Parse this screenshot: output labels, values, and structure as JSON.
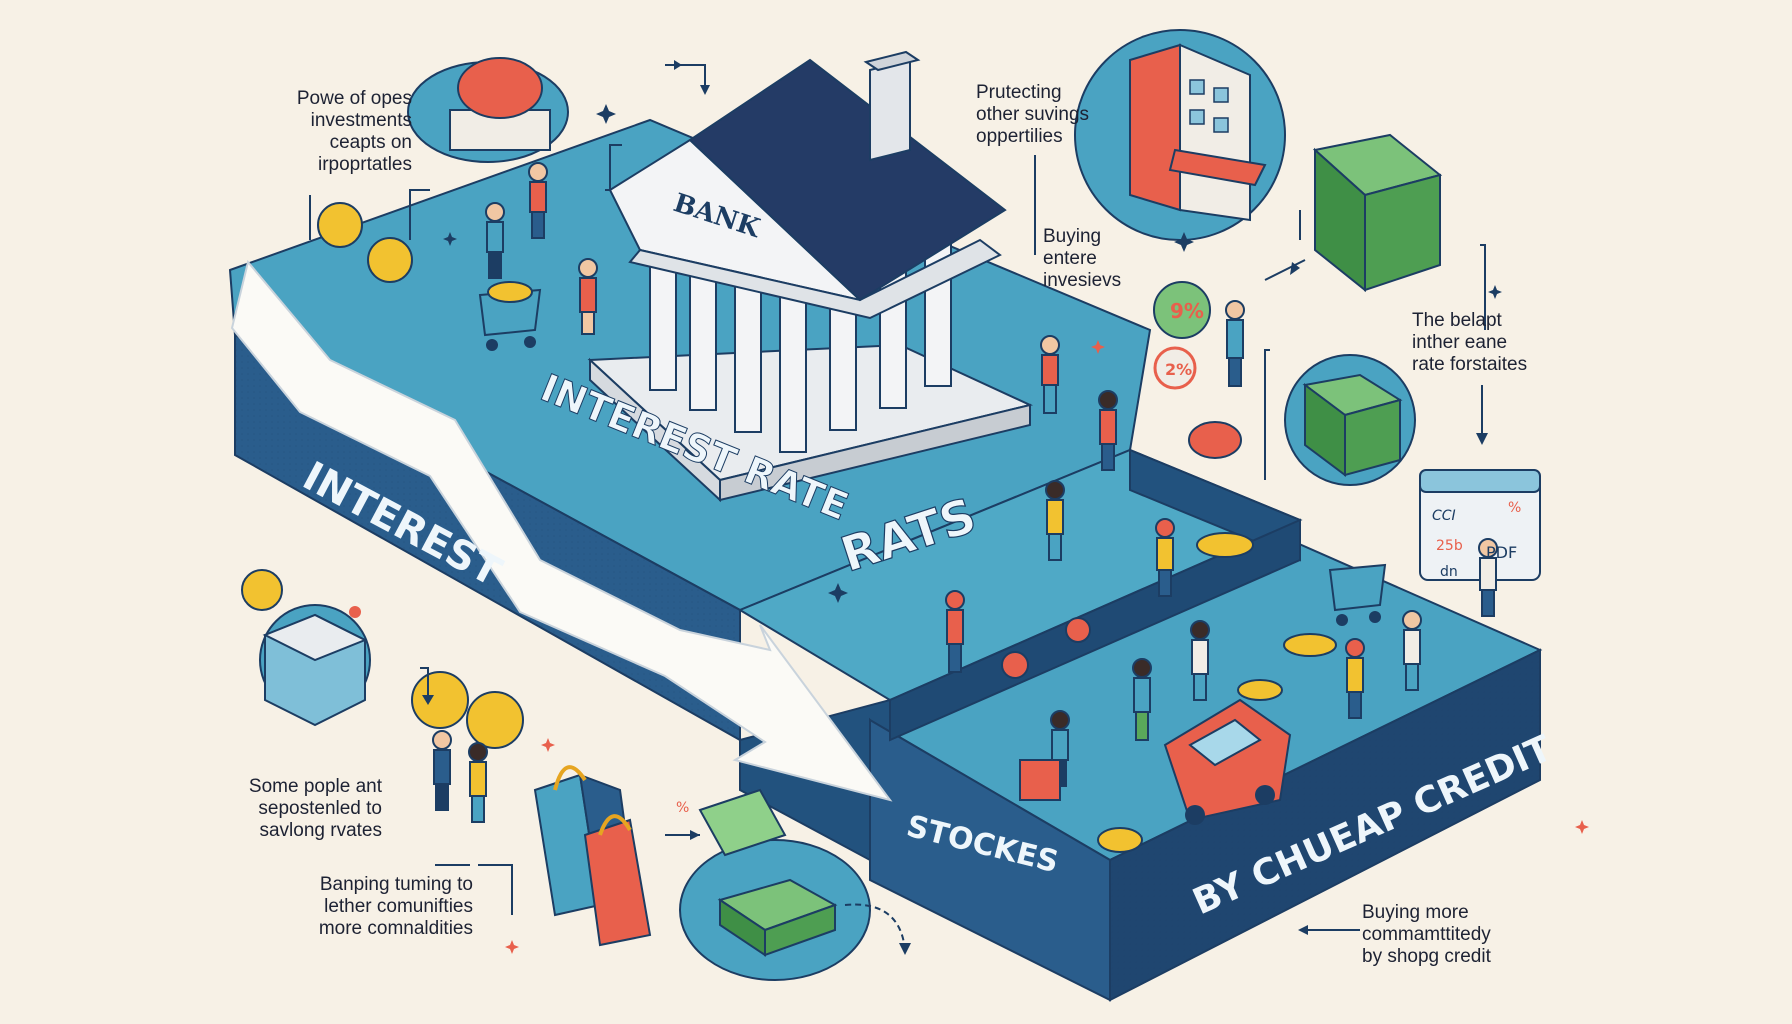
{
  "bank_sign": "BANK",
  "platform_labels": {
    "interest": "INTEREST",
    "interest_rate": "INTEREST RATE",
    "rats": "RATS",
    "stocks": "STOCKES",
    "cheap_credit": "BY CHUEAP CREDIT"
  },
  "captions": {
    "top_left": "Powe of opes\ninvestments\nceapts on\nirpoprtatles",
    "top_center": "Prutecting\nother suvings\noppertilies",
    "buying_enterprise": "Buying\nentere\ninvesievs",
    "right_middle": "The belapt\ninther eane\nrate forstaites",
    "left_lower": "Some pople ant\nsepostenled to\nsavlong rvates",
    "bottom_left": "Banping tuming to\nlether comunifties\nmore comnaldities",
    "bottom_right": "Buying more\ncommamttitedy\nby shopg credit"
  },
  "badges": {
    "percent_green": "9%",
    "percent_red": "2%",
    "percent_small": "%",
    "card_line1": "CCI",
    "card_line2": "25b",
    "card_line3": "PDF",
    "card_line4": "dn",
    "pct_card": "%"
  },
  "colors": {
    "background": "#f7f1e6",
    "platform_top": "#4aa3c2",
    "platform_side": "#2a5d8c",
    "platform_dark": "#1c3d63",
    "arrow": "#fbfaf6",
    "coin": "#f2c230",
    "cash": "#5aa85a",
    "accent_red": "#e8604c"
  }
}
